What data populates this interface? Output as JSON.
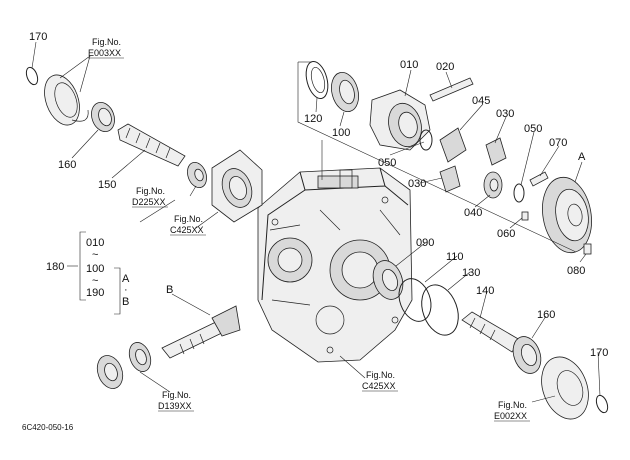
{
  "diagram": {
    "parts": {
      "p010": "010",
      "p020": "020",
      "p030": "030",
      "p040": "040",
      "p045": "045",
      "p050a": "050",
      "p050b": "050",
      "p060": "060",
      "p070": "070",
      "p080": "080",
      "p090": "090",
      "p100": "100",
      "p110": "110",
      "p120": "120",
      "p130": "130",
      "p140": "140",
      "p150": "150",
      "p160a": "160",
      "p160b": "160",
      "p170a": "170",
      "p170b": "170",
      "p180": "180"
    },
    "group": {
      "from": "010",
      "tilde": "~",
      "mid": "100",
      "tilde2": "~",
      "to": "190",
      "ref_a": "A",
      "dot": "·",
      "ref_b": "B"
    },
    "refs": {
      "a": "A",
      "b": "B"
    },
    "fig_refs": {
      "e003": {
        "label": "Fig.No.",
        "code": "E003XX"
      },
      "d225": {
        "label": "Fig.No.",
        "code": "D225XX"
      },
      "c425a": {
        "label": "Fig.No.",
        "code": "C425XX"
      },
      "c425b": {
        "label": "Fig.No.",
        "code": "C425XX"
      },
      "d139": {
        "label": "Fig.No.",
        "code": "D139XX"
      },
      "e002": {
        "label": "Fig.No.",
        "code": "E002XX"
      }
    },
    "drawing_code": "6C420-050-16"
  }
}
